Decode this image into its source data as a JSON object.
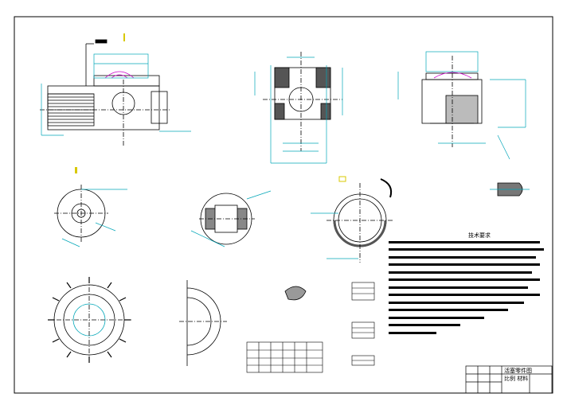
{
  "drawing": {
    "tech_requirements_title": "技术要求",
    "title_block": {
      "drawing_name": "活塞零件图",
      "sub_label": "比例 材料"
    }
  },
  "colors": {
    "line": "#000000",
    "dimension": "#00a6b8",
    "section": "#cc00cc",
    "marker": "#d8c800",
    "background": "#ffffff"
  }
}
